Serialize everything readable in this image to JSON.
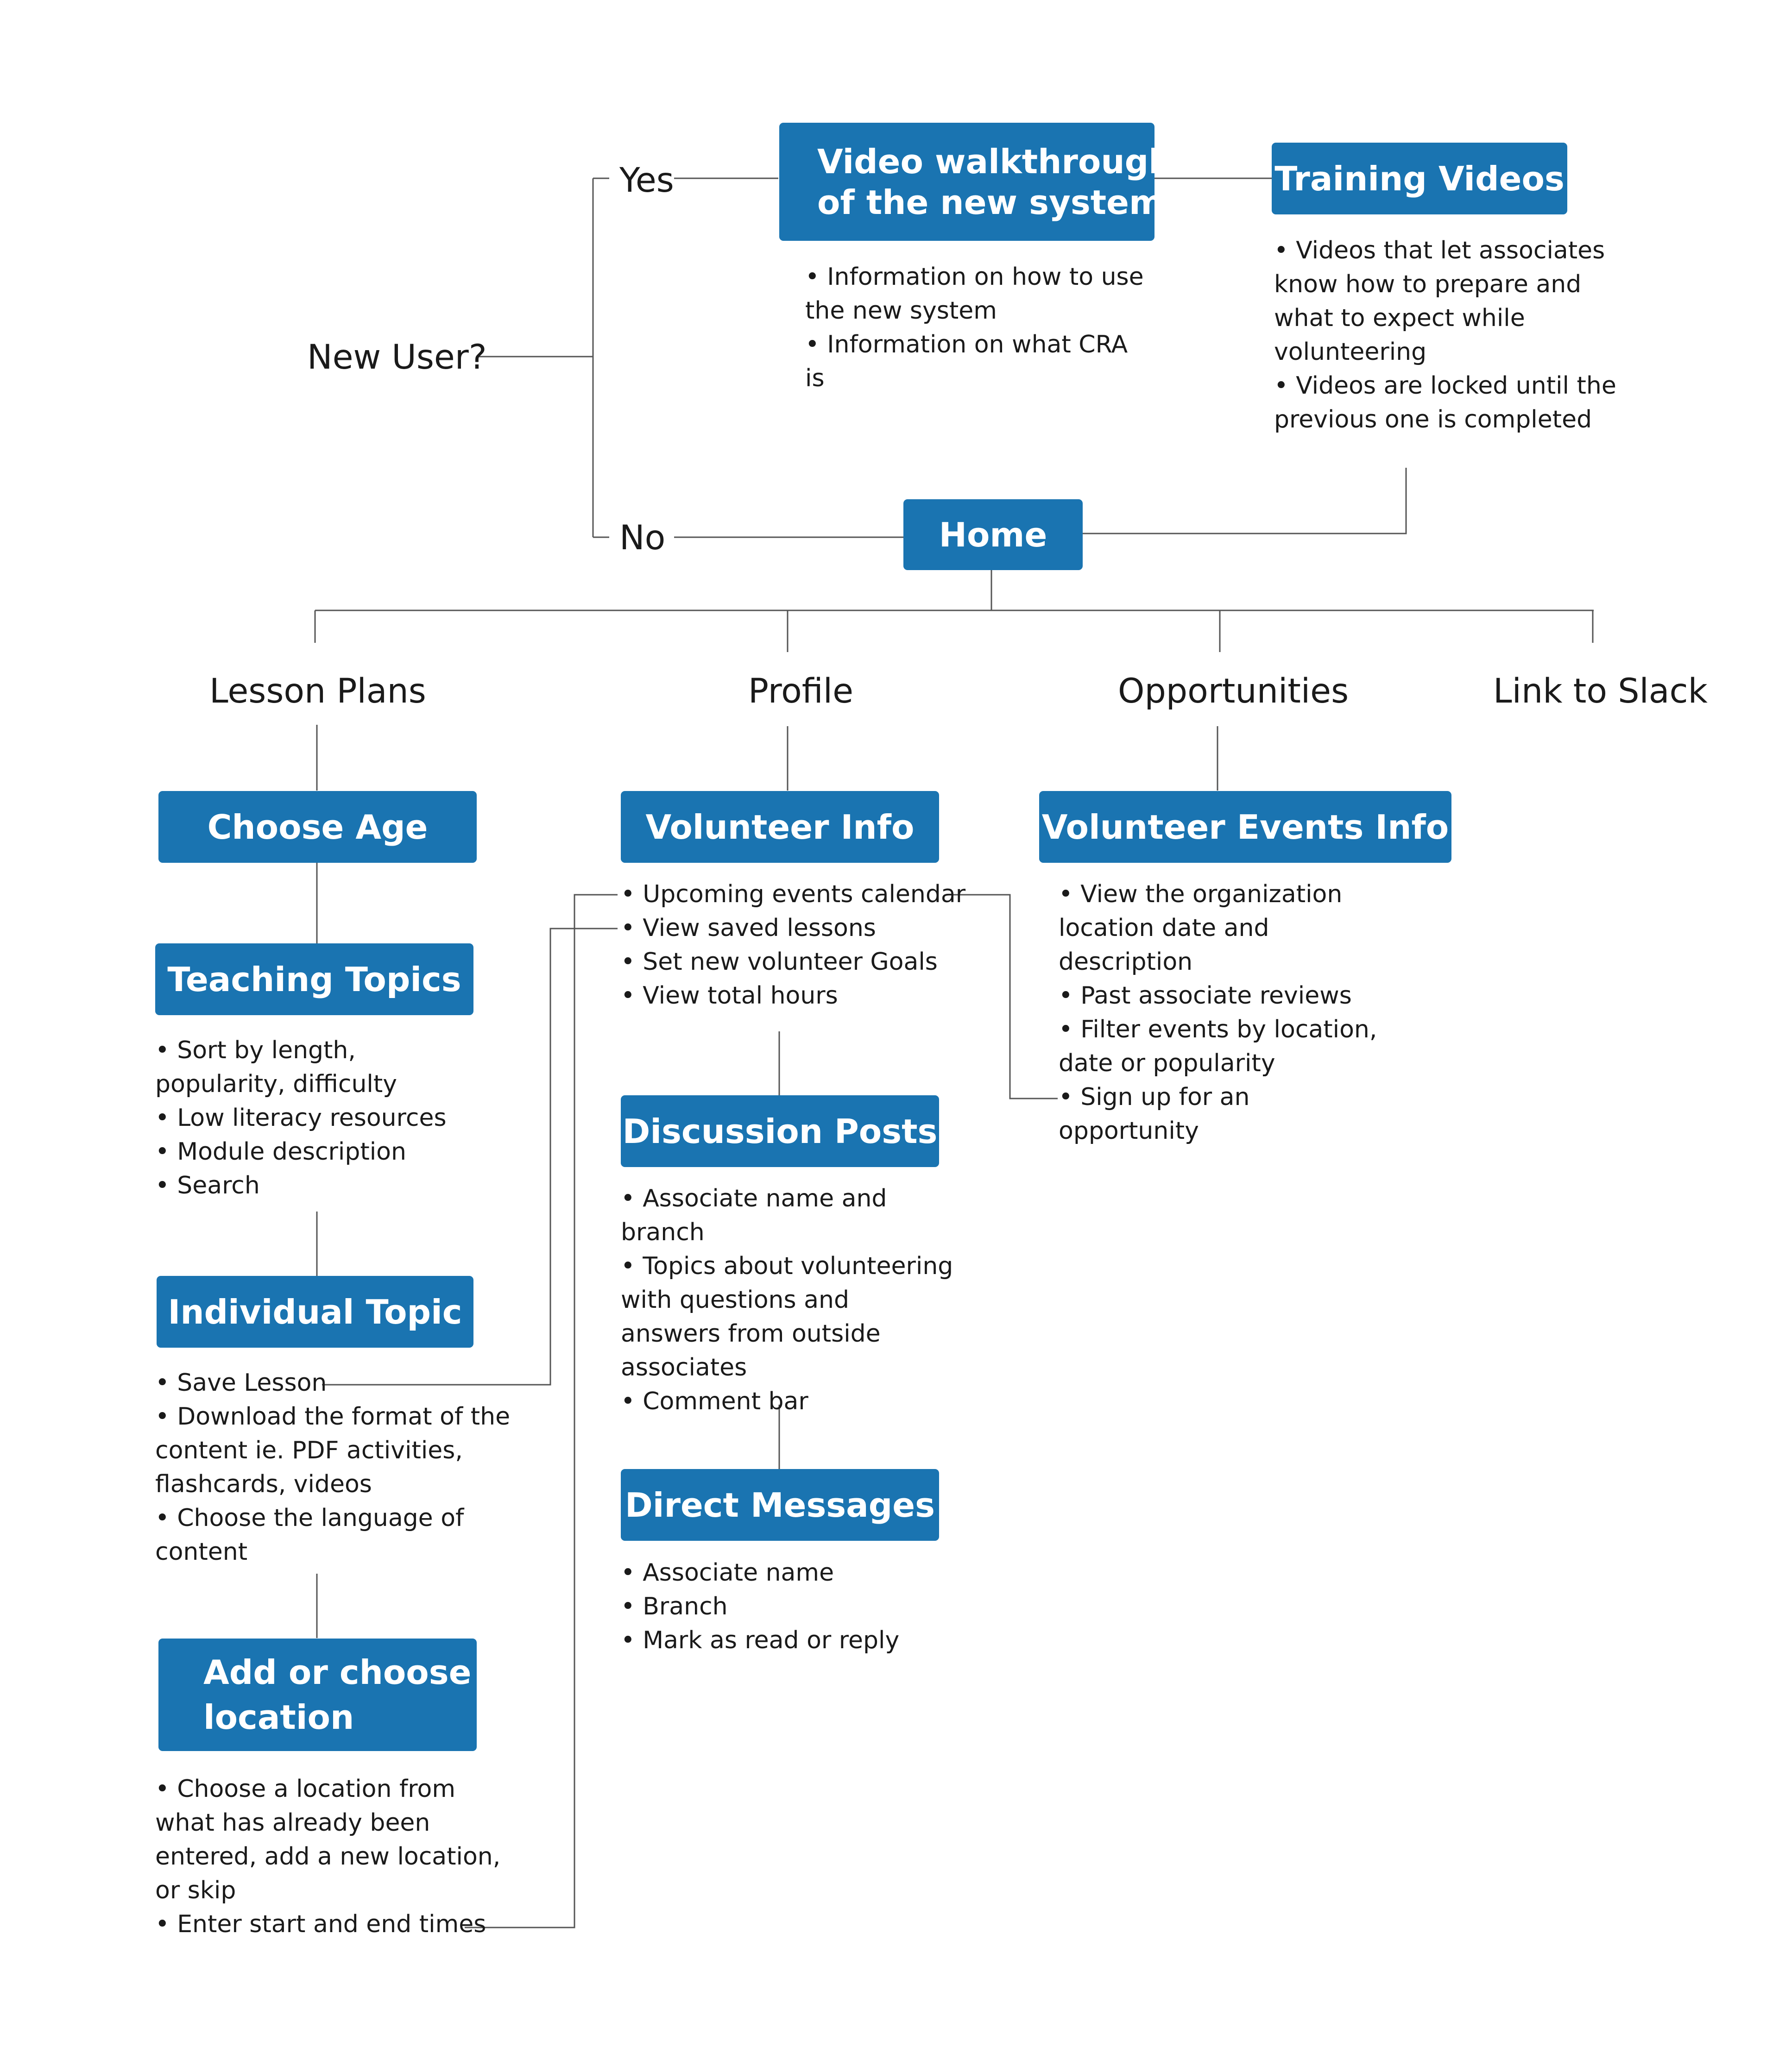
{
  "decision": {
    "question": "New User?",
    "yes": "Yes",
    "no": "No"
  },
  "nodes": {
    "video_walkthrough": "Video walkthrough\nof the new system",
    "training_videos": "Training Videos",
    "home": "Home",
    "choose_age": "Choose Age",
    "teaching_topics": "Teaching Topics",
    "individual_topic": "Individual Topic",
    "add_location": "Add or choose\nlocation",
    "volunteer_info": "Volunteer Info",
    "discussion_posts": "Discussion Posts",
    "direct_messages": "Direct Messages",
    "volunteer_events_info": "Volunteer Events Info"
  },
  "sections": {
    "lesson_plans": "Lesson Plans",
    "profile": "Profile",
    "opportunities": "Opportunities",
    "link_to_slack": "Link to Slack"
  },
  "details": {
    "video_walkthrough": [
      "Information on how to use the new system",
      "Information on what CRA is"
    ],
    "training_videos": [
      "Videos that let associates know how to prepare and what to expect while volunteering",
      "Videos are locked until the previous one is completed"
    ],
    "teaching_topics": [
      "Sort by length, popularity, difficulty",
      "Low literacy resources",
      "Module description",
      "Search"
    ],
    "individual_topic": [
      "Save Lesson",
      "Download the format of the content ie. PDF activities, flashcards, videos",
      "Choose the language of content"
    ],
    "add_location": [
      "Choose a location from what has already been entered, add a new location, or skip",
      "Enter start and end times"
    ],
    "volunteer_info": [
      "Upcoming events calendar",
      "View saved lessons",
      "Set new volunteer Goals",
      "View total hours"
    ],
    "discussion_posts": [
      "Associate name and branch",
      "Topics about volunteering with questions and answers from outside associates",
      "Comment bar"
    ],
    "direct_messages": [
      "Associate name",
      "Branch",
      "Mark as read or reply"
    ],
    "volunteer_events_info": [
      "View the organization location date and description",
      "Past associate reviews",
      "Filter events by location, date or popularity",
      "Sign up for an opportunity"
    ]
  },
  "colors": {
    "box_fill": "#1a74b1",
    "box_text": "#ffffff",
    "text": "#1a1a1a",
    "connector": "#555555"
  }
}
